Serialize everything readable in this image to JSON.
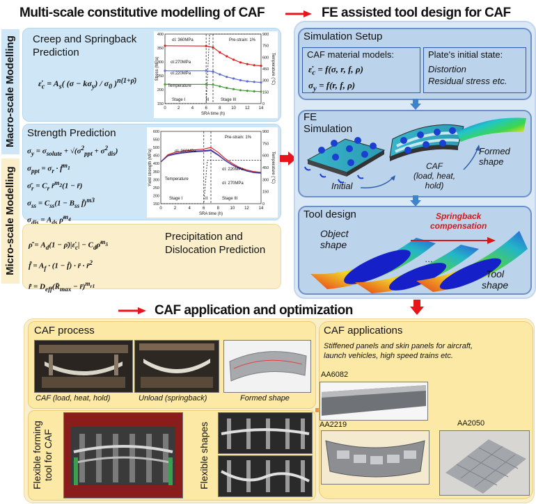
{
  "titles": {
    "multiscale": "Multi-scale constitutive modelling of CAF",
    "fe_tool": "FE assisted tool design for CAF",
    "application": "CAF application and optimization"
  },
  "side_labels": {
    "macro": "Macro-scale Modelling",
    "micro": "Micro-scale Modelling"
  },
  "creep": {
    "heading_line1": "Creep and Springback",
    "heading_line2": "Prediction",
    "chart_labels": {
      "s360": "σi: 360MPa",
      "prestrain": "Pre-strain: 1%",
      "s270": "σi:270MPa",
      "s220": "σi:220MPa",
      "temperature": "Temperature",
      "stage1": "Stage I",
      "stage2": "II",
      "stage3": "Stage III",
      "xlabel": "SRA time (h)",
      "ylabel": "Stress (MPa)",
      "y2label": "Temperature (°C)",
      "xticks": [
        "0",
        "2",
        "4",
        "6",
        "8",
        "10",
        "12",
        "14"
      ],
      "yticks": [
        "150",
        "200",
        "250",
        "300",
        "350",
        "400"
      ],
      "y2ticks": [
        "0",
        "150",
        "300",
        "450",
        "600",
        "750",
        "900"
      ]
    }
  },
  "strength": {
    "heading": "Strength Prediction",
    "chart_labels": {
      "prestrain": "Pre-strain: 1%",
      "s360": "σi: 360MPa",
      "s220": "σi: 220MPa",
      "s270": "σi: 270MPa",
      "temperature": "Temperature",
      "stage1": "Stage I",
      "stage2": "II",
      "stage3": "Stage III",
      "xlabel": "SRA time (h)",
      "ylabel": "Yield strength (MPa)",
      "y2label": "Temperature (°C)",
      "xticks": [
        "0",
        "2",
        "4",
        "6",
        "8",
        "10",
        "12",
        "14"
      ],
      "yticks": [
        "150",
        "200",
        "250",
        "300",
        "350",
        "400",
        "450",
        "500",
        "550",
        "600"
      ],
      "y2ticks": [
        "0",
        "150",
        "300",
        "450",
        "600",
        "750",
        "900"
      ]
    }
  },
  "precip": {
    "heading_line1": "Precipitation and",
    "heading_line2": "Dislocation Prediction"
  },
  "simulation": {
    "setup_heading": "Simulation Setup",
    "material_heading": "CAF material models:",
    "plate_heading": "Plate's initial state:",
    "plate_line1": "Distortion",
    "plate_line2": "Residual stress etc.",
    "fe_heading_line1": "FE",
    "fe_heading_line2": "Simulation",
    "initial": "Initial",
    "caf_line1": "CAF",
    "caf_line2": "(load, heat,",
    "caf_line3": "hold)",
    "formed_line1": "Formed",
    "formed_line2": "shape",
    "tool_heading": "Tool design",
    "springback_line1": "Springback",
    "springback_line2": "compensation",
    "object_line1": "Object",
    "object_line2": "shape",
    "tool_line1": "Tool",
    "tool_line2": "shape",
    "dots": "…"
  },
  "process": {
    "heading": "CAF process",
    "cap_caf": "CAF (load, heat, hold)",
    "cap_unload": "Unload (springback)",
    "cap_formed": "Formed shape",
    "flex_tool": "Flexible forming tool for CAF",
    "flex_shapes": "Flexible shapes"
  },
  "applications": {
    "heading": "CAF applications",
    "desc_line1": "Stiffened panels and skin panels for aircraft,",
    "desc_line2": "launch vehicles, high speed trains etc.",
    "aa6082": "AA6082",
    "aa2219": "AA2219",
    "aa2050": "AA2050"
  },
  "colors": {
    "red_arrow": "#e8141b",
    "blue_arrow": "#3f83c9",
    "orange_arrow": "#f0923a",
    "blue_panel": "#cfe6f6",
    "sandy_panel": "#fbeecb",
    "sim_panel": "#bcd3ec"
  },
  "chart_data": [
    {
      "type": "line",
      "title": "",
      "xlabel": "SRA time (h)",
      "ylabel": "Stress (MPa)",
      "xlim": [
        0,
        14
      ],
      "ylim": [
        150,
        400
      ],
      "series": [
        {
          "name": "σi: 360MPa",
          "x": [
            0,
            6,
            7,
            8,
            9,
            10,
            11,
            12,
            13,
            14
          ],
          "y": [
            358,
            357,
            352,
            334,
            320,
            308,
            298,
            292,
            288,
            286
          ]
        },
        {
          "name": "σi:270MPa",
          "x": [
            0,
            6,
            7,
            8,
            9,
            10,
            11,
            12,
            13,
            14
          ],
          "y": [
            268,
            268,
            265,
            255,
            246,
            240,
            234,
            230,
            228,
            226
          ]
        },
        {
          "name": "σi:220MPa",
          "x": [
            0,
            6,
            7,
            8,
            9,
            10,
            11,
            12,
            13,
            14
          ],
          "y": [
            219,
            219,
            218,
            212,
            206,
            202,
            198,
            196,
            194,
            193
          ]
        }
      ],
      "temperature_series": {
        "x": [
          0,
          6,
          6.5,
          14
        ],
        "y": [
          150,
          150,
          400,
          400
        ]
      },
      "stage_boundaries": [
        6,
        7
      ]
    },
    {
      "type": "line",
      "title": "",
      "xlabel": "SRA time (h)",
      "ylabel": "Yield strength (MPa)",
      "xlim": [
        0,
        14
      ],
      "ylim": [
        150,
        600
      ],
      "series": [
        {
          "name": "σi: 360MPa",
          "x": [
            0,
            1,
            2,
            3,
            4,
            5,
            6,
            7,
            8,
            9,
            10,
            11,
            12,
            13,
            14
          ],
          "y": [
            410,
            455,
            470,
            478,
            482,
            486,
            490,
            500,
            470,
            430,
            400,
            375,
            360,
            350,
            345
          ]
        },
        {
          "name": "σi: 270MPa",
          "x": [
            0,
            1,
            2,
            3,
            4,
            5,
            6,
            7,
            8,
            9,
            10,
            11,
            12,
            13,
            14
          ],
          "y": [
            410,
            450,
            462,
            470,
            474,
            478,
            480,
            485,
            455,
            420,
            392,
            370,
            355,
            345,
            342
          ]
        },
        {
          "name": "σi: 220MPa",
          "x": [
            0,
            1,
            2,
            3,
            4,
            5,
            6,
            7,
            8,
            9,
            10,
            11,
            12,
            13,
            14
          ],
          "y": [
            410,
            448,
            458,
            465,
            470,
            474,
            476,
            480,
            452,
            418,
            390,
            368,
            353,
            343,
            340
          ]
        }
      ],
      "temperature_series": {
        "x": [
          0,
          6,
          6.5,
          14
        ],
        "y": [
          150,
          150,
          420,
          420
        ]
      },
      "stage_boundaries": [
        6,
        7
      ]
    }
  ]
}
